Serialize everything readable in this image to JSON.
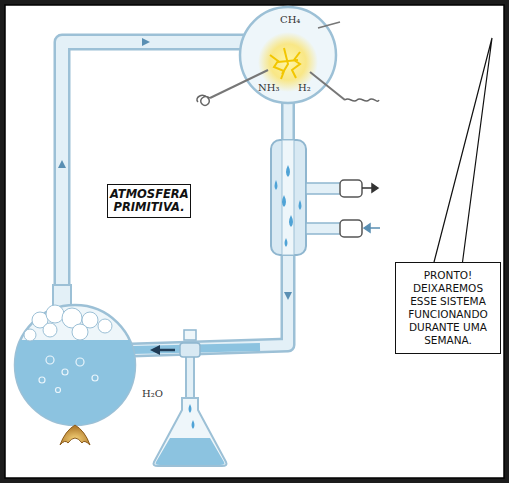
{
  "diagram": {
    "nodes": [
      {
        "text": [
          "ATMOSFERA PRIMITIVA."
        ]
      },
      {
        "text": [
          "PRONTO! DEIXAREMOS ESSE SISTEMA FUNCIONANDO DURANTE UMA SEMANA."
        ]
      }
    ],
    "labels": [
      "CH₄",
      "NH₃",
      "H₂",
      "H₂O"
    ]
  }
}
